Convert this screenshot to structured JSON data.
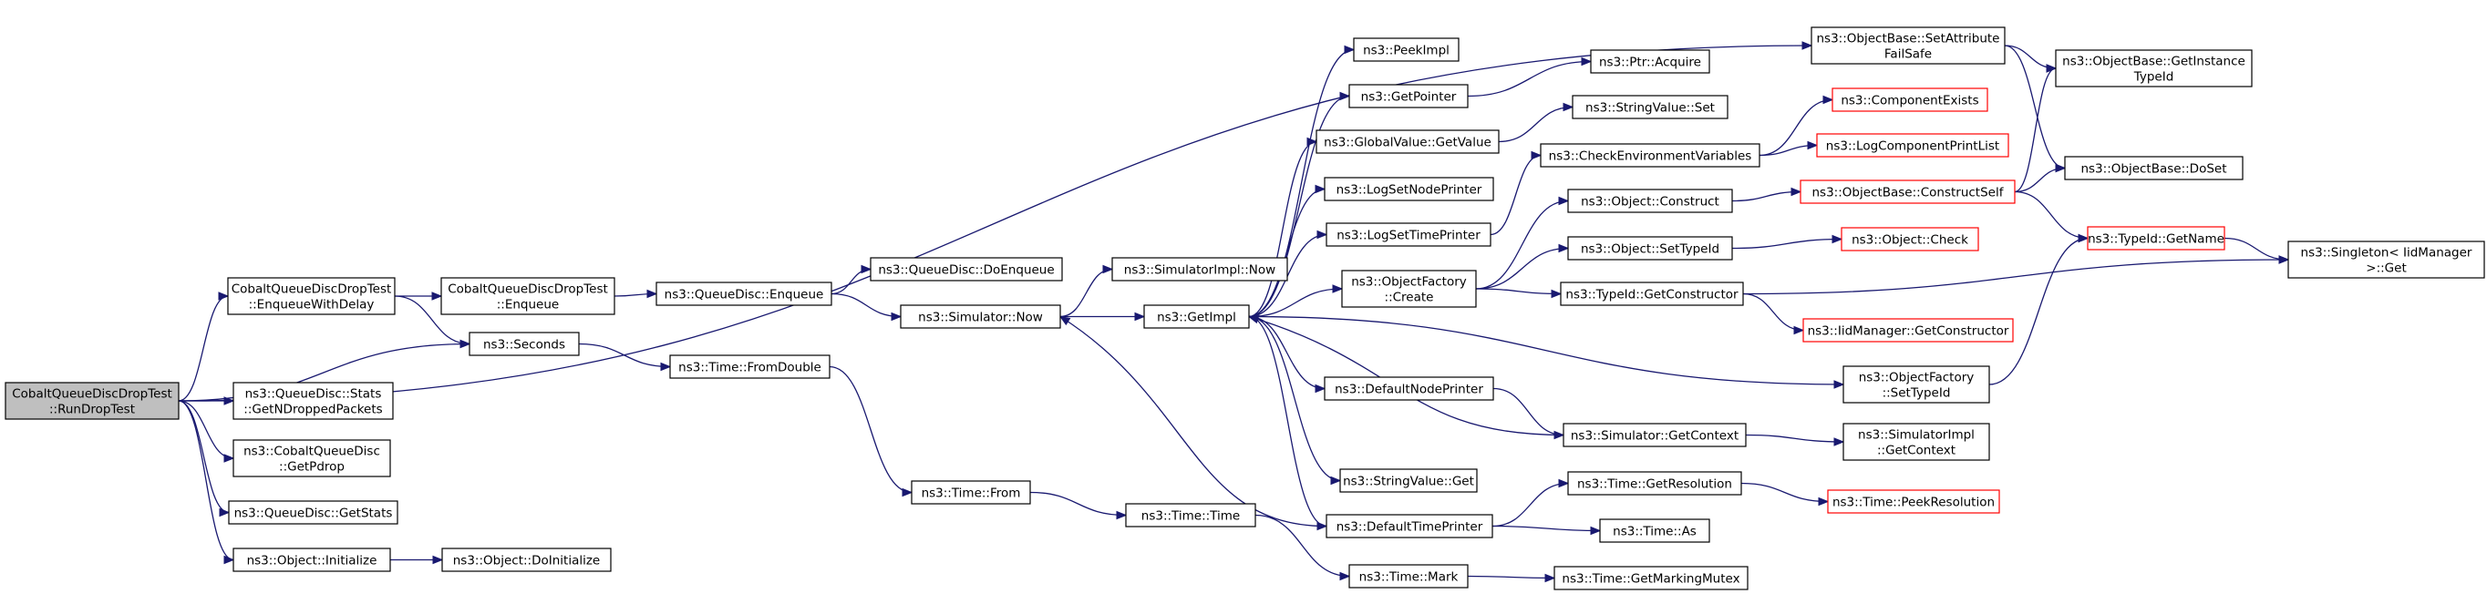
{
  "colors": {
    "edge": "#191970",
    "border_normal": "#000000",
    "border_truncated": "#ff0000",
    "fill_focus": "#bfbfbf",
    "fill_normal": "#ffffff"
  },
  "nodes": [
    {
      "id": "root",
      "lines": [
        "CobaltQueueDiscDropTest",
        "::RunDropTest"
      ],
      "style": "focus"
    },
    {
      "id": "enqdelay",
      "lines": [
        "CobaltQueueDiscDropTest",
        "::EnqueueWithDelay"
      ],
      "style": "normal"
    },
    {
      "id": "stats",
      "lines": [
        "ns3::QueueDisc::Stats",
        "::GetNDroppedPackets"
      ],
      "style": "normal"
    },
    {
      "id": "getpdrop",
      "lines": [
        "ns3::CobaltQueueDisc",
        "::GetPdrop"
      ],
      "style": "normal"
    },
    {
      "id": "getstats",
      "lines": [
        "ns3::QueueDisc::GetStats"
      ],
      "style": "normal"
    },
    {
      "id": "objinit",
      "lines": [
        "ns3::Object::Initialize"
      ],
      "style": "normal"
    },
    {
      "id": "enqueue",
      "lines": [
        "CobaltQueueDiscDropTest",
        "::Enqueue"
      ],
      "style": "normal"
    },
    {
      "id": "seconds",
      "lines": [
        "ns3::Seconds"
      ],
      "style": "normal"
    },
    {
      "id": "doinit",
      "lines": [
        "ns3::Object::DoInitialize"
      ],
      "style": "normal"
    },
    {
      "id": "qdenqueue",
      "lines": [
        "ns3::QueueDisc::Enqueue"
      ],
      "style": "normal"
    },
    {
      "id": "fromdouble",
      "lines": [
        "ns3::Time::FromDouble"
      ],
      "style": "normal"
    },
    {
      "id": "doenqueue",
      "lines": [
        "ns3::QueueDisc::DoEnqueue"
      ],
      "style": "normal"
    },
    {
      "id": "simnow",
      "lines": [
        "ns3::Simulator::Now"
      ],
      "style": "normal"
    },
    {
      "id": "timefrom",
      "lines": [
        "ns3::Time::From"
      ],
      "style": "normal"
    },
    {
      "id": "simimplnow",
      "lines": [
        "ns3::SimulatorImpl::Now"
      ],
      "style": "normal"
    },
    {
      "id": "getimpl",
      "lines": [
        "ns3::GetImpl"
      ],
      "style": "normal"
    },
    {
      "id": "timetime",
      "lines": [
        "ns3::Time::Time"
      ],
      "style": "normal"
    },
    {
      "id": "peekimpl",
      "lines": [
        "ns3::PeekImpl"
      ],
      "style": "normal"
    },
    {
      "id": "getpointer",
      "lines": [
        "ns3::GetPointer"
      ],
      "style": "normal"
    },
    {
      "id": "globalvalue",
      "lines": [
        "ns3::GlobalValue::GetValue"
      ],
      "style": "normal"
    },
    {
      "id": "logsetnode",
      "lines": [
        "ns3::LogSetNodePrinter"
      ],
      "style": "normal"
    },
    {
      "id": "logsettime",
      "lines": [
        "ns3::LogSetTimePrinter"
      ],
      "style": "normal"
    },
    {
      "id": "objfactcreate",
      "lines": [
        "ns3::ObjectFactory",
        "::Create"
      ],
      "style": "normal"
    },
    {
      "id": "defnodeprinter",
      "lines": [
        "ns3::DefaultNodePrinter"
      ],
      "style": "normal"
    },
    {
      "id": "stringvalueget",
      "lines": [
        "ns3::StringValue::Get"
      ],
      "style": "normal"
    },
    {
      "id": "deftimeprinter",
      "lines": [
        "ns3::DefaultTimePrinter"
      ],
      "style": "normal"
    },
    {
      "id": "timemark",
      "lines": [
        "ns3::Time::Mark"
      ],
      "style": "normal"
    },
    {
      "id": "ptracquire",
      "lines": [
        "ns3::Ptr::Acquire"
      ],
      "style": "normal"
    },
    {
      "id": "stringvalueset",
      "lines": [
        "ns3::StringValue::Set"
      ],
      "style": "normal"
    },
    {
      "id": "checkenv",
      "lines": [
        "ns3::CheckEnvironmentVariables"
      ],
      "style": "normal"
    },
    {
      "id": "objconstruct",
      "lines": [
        "ns3::Object::Construct"
      ],
      "style": "normal"
    },
    {
      "id": "objsettypeid",
      "lines": [
        "ns3::Object::SetTypeId"
      ],
      "style": "normal"
    },
    {
      "id": "typeidgetctor",
      "lines": [
        "ns3::TypeId::GetConstructor"
      ],
      "style": "normal"
    },
    {
      "id": "objfactsettype",
      "lines": [
        "ns3::ObjectFactory",
        "::SetTypeId"
      ],
      "style": "normal"
    },
    {
      "id": "simgetcontext",
      "lines": [
        "ns3::Simulator::GetContext"
      ],
      "style": "normal"
    },
    {
      "id": "timegetres",
      "lines": [
        "ns3::Time::GetResolution"
      ],
      "style": "normal"
    },
    {
      "id": "timeas",
      "lines": [
        "ns3::Time::As"
      ],
      "style": "normal"
    },
    {
      "id": "timemarkmutex",
      "lines": [
        "ns3::Time::GetMarkingMutex"
      ],
      "style": "normal"
    },
    {
      "id": "setattrfailsafe",
      "lines": [
        "ns3::ObjectBase::SetAttribute",
        "FailSafe"
      ],
      "style": "normal"
    },
    {
      "id": "compexists",
      "lines": [
        "ns3::ComponentExists"
      ],
      "style": "truncated"
    },
    {
      "id": "logcompprint",
      "lines": [
        "ns3::LogComponentPrintList"
      ],
      "style": "truncated"
    },
    {
      "id": "constructself",
      "lines": [
        "ns3::ObjectBase::ConstructSelf"
      ],
      "style": "truncated"
    },
    {
      "id": "objcheck",
      "lines": [
        "ns3::Object::Check"
      ],
      "style": "truncated"
    },
    {
      "id": "iidgetctor",
      "lines": [
        "ns3::IidManager::GetConstructor"
      ],
      "style": "truncated"
    },
    {
      "id": "simimplctx",
      "lines": [
        "ns3::SimulatorImpl",
        "::GetContext"
      ],
      "style": "normal"
    },
    {
      "id": "peekres",
      "lines": [
        "ns3::Time::PeekResolution"
      ],
      "style": "truncated"
    },
    {
      "id": "getinsttype",
      "lines": [
        "ns3::ObjectBase::GetInstance",
        "TypeId"
      ],
      "style": "normal"
    },
    {
      "id": "doset",
      "lines": [
        "ns3::ObjectBase::DoSet"
      ],
      "style": "normal"
    },
    {
      "id": "typeidgetname",
      "lines": [
        "ns3::TypeId::GetName"
      ],
      "style": "truncated"
    },
    {
      "id": "singletonget",
      "lines": [
        "ns3::Singleton< IidManager",
        ">::Get"
      ],
      "style": "normal"
    }
  ],
  "edges": [
    [
      "root",
      "enqdelay"
    ],
    [
      "root",
      "seconds"
    ],
    [
      "root",
      "stats"
    ],
    [
      "root",
      "getpdrop"
    ],
    [
      "root",
      "getstats"
    ],
    [
      "root",
      "objinit"
    ],
    [
      "root",
      "setattrfailsafe"
    ],
    [
      "enqdelay",
      "enqueue"
    ],
    [
      "enqdelay",
      "seconds"
    ],
    [
      "enqueue",
      "qdenqueue"
    ],
    [
      "qdenqueue",
      "doenqueue"
    ],
    [
      "qdenqueue",
      "simnow"
    ],
    [
      "seconds",
      "fromdouble"
    ],
    [
      "fromdouble",
      "timefrom"
    ],
    [
      "timefrom",
      "timetime"
    ],
    [
      "timetime",
      "timemark"
    ],
    [
      "timemark",
      "timemarkmutex"
    ],
    [
      "objinit",
      "doinit"
    ],
    [
      "simnow",
      "simimplnow"
    ],
    [
      "simnow",
      "getimpl"
    ],
    [
      "getimpl",
      "peekimpl"
    ],
    [
      "getimpl",
      "getpointer"
    ],
    [
      "getimpl",
      "globalvalue"
    ],
    [
      "getimpl",
      "logsetnode"
    ],
    [
      "getimpl",
      "logsettime"
    ],
    [
      "getimpl",
      "objfactcreate"
    ],
    [
      "getimpl",
      "defnodeprinter"
    ],
    [
      "getimpl",
      "stringvalueget"
    ],
    [
      "getimpl",
      "deftimeprinter"
    ],
    [
      "getimpl",
      "objfactsettype"
    ],
    [
      "getpointer",
      "ptracquire"
    ],
    [
      "globalvalue",
      "stringvalueset"
    ],
    [
      "logsettime",
      "checkenv"
    ],
    [
      "checkenv",
      "compexists"
    ],
    [
      "checkenv",
      "logcompprint"
    ],
    [
      "objfactcreate",
      "objconstruct"
    ],
    [
      "objfactcreate",
      "objsettypeid"
    ],
    [
      "objfactcreate",
      "typeidgetctor"
    ],
    [
      "objconstruct",
      "constructself"
    ],
    [
      "objsettypeid",
      "objcheck"
    ],
    [
      "typeidgetctor",
      "iidgetctor"
    ],
    [
      "typeidgetctor",
      "singletonget"
    ],
    [
      "defnodeprinter",
      "simgetcontext"
    ],
    [
      "simgetcontext",
      "simimplctx"
    ],
    [
      "simgetcontext",
      "getimpl"
    ],
    [
      "deftimeprinter",
      "timegetres"
    ],
    [
      "deftimeprinter",
      "timeas"
    ],
    [
      "deftimeprinter",
      "simnow"
    ],
    [
      "timegetres",
      "peekres"
    ],
    [
      "constructself",
      "getinsttype"
    ],
    [
      "constructself",
      "doset"
    ],
    [
      "constructself",
      "typeidgetname"
    ],
    [
      "setattrfailsafe",
      "getinsttype"
    ],
    [
      "setattrfailsafe",
      "doset"
    ],
    [
      "objfactsettype",
      "typeidgetname"
    ],
    [
      "typeidgetname",
      "singletonget"
    ]
  ]
}
